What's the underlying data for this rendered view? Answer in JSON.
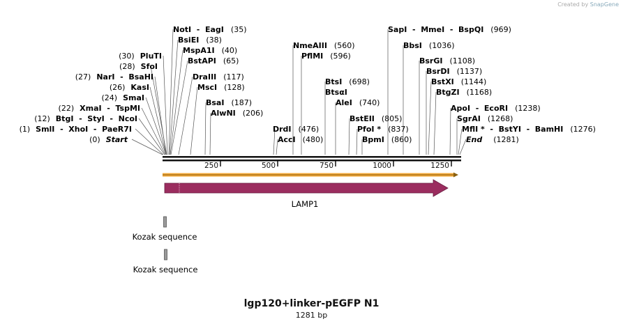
{
  "credit": {
    "prefix": "Created by",
    "brand": "SnapGene"
  },
  "title": "lgp120+linker-pEGFP N1",
  "subtitle": "1281 bp",
  "sequence_length": 1281,
  "colors": {
    "backbone": "#111111",
    "orf_arrow": "#f2a93b",
    "feature": "#9b2d5f",
    "kozak": "#9a9a9a"
  },
  "ruler_ticks": [
    "250",
    "500",
    "750",
    "1000",
    "1250"
  ],
  "enzymes_left": [
    {
      "name": "PluTI",
      "pos": "(30)"
    },
    {
      "name": "SfoI",
      "pos": "(28)"
    },
    {
      "name": "NarI  -  BsaHI",
      "pos": "(27)"
    },
    {
      "name": "KasI",
      "pos": "(26)"
    },
    {
      "name": "SmaI",
      "pos": "(24)"
    },
    {
      "name": "XmaI  -  TspMI",
      "pos": "(22)"
    },
    {
      "name": "BtgI  -  StyI  -  NcoI",
      "pos": "(12)"
    },
    {
      "name": "SmlI  -  XhoI  -  PaeR7I",
      "pos": "(1)"
    },
    {
      "name": "Start",
      "pos": "(0)"
    }
  ],
  "enzymes_top": [
    {
      "name": "NotI  -  EagI",
      "pos": "(35)"
    },
    {
      "name": "BsiEI",
      "pos": "(38)"
    },
    {
      "name": "MspA1I",
      "pos": "(40)"
    },
    {
      "name": "BstAPI",
      "pos": "(65)"
    },
    {
      "name": "DraIII",
      "pos": "(117)"
    },
    {
      "name": "MscI",
      "pos": "(128)"
    },
    {
      "name": "BsaI",
      "pos": "(187)"
    },
    {
      "name": "AlwNI",
      "pos": "(206)"
    }
  ],
  "enzymes_mid": [
    {
      "name": "NmeAIII",
      "pos": "(560)"
    },
    {
      "name": "PflMI",
      "pos": "(596)"
    },
    {
      "name": "DrdI",
      "pos": "(476)"
    },
    {
      "name": "AccI",
      "pos": "(480)"
    },
    {
      "name": "BtsI",
      "pos": "(698)"
    },
    {
      "name": "BtsαI",
      "pos": ""
    },
    {
      "name": "AleI",
      "pos": "(740)"
    },
    {
      "name": "BstEII",
      "pos": "(805)"
    },
    {
      "name": "PfoI *",
      "pos": "(837)"
    },
    {
      "name": "BpmI",
      "pos": "(860)"
    }
  ],
  "enzymes_right": [
    {
      "name": "SapI  -  MmeI  -  BspQI",
      "pos": "(969)"
    },
    {
      "name": "BbsI",
      "pos": "(1036)"
    },
    {
      "name": "BsrGI",
      "pos": "(1108)"
    },
    {
      "name": "BsrDI",
      "pos": "(1137)"
    },
    {
      "name": "BstXI",
      "pos": "(1144)"
    },
    {
      "name": "BtgZI",
      "pos": "(1168)"
    },
    {
      "name": "ApoI  -  EcoRI",
      "pos": "(1238)"
    },
    {
      "name": "SgrAI",
      "pos": "(1268)"
    },
    {
      "name": "MflI *  -  BstYI  -  BamHI",
      "pos": "(1276)"
    },
    {
      "name": "End",
      "pos": "(1281)"
    }
  ],
  "features": {
    "main": "LAMP1",
    "kozak1": "Kozak sequence",
    "kozak2": "Kozak sequence"
  }
}
